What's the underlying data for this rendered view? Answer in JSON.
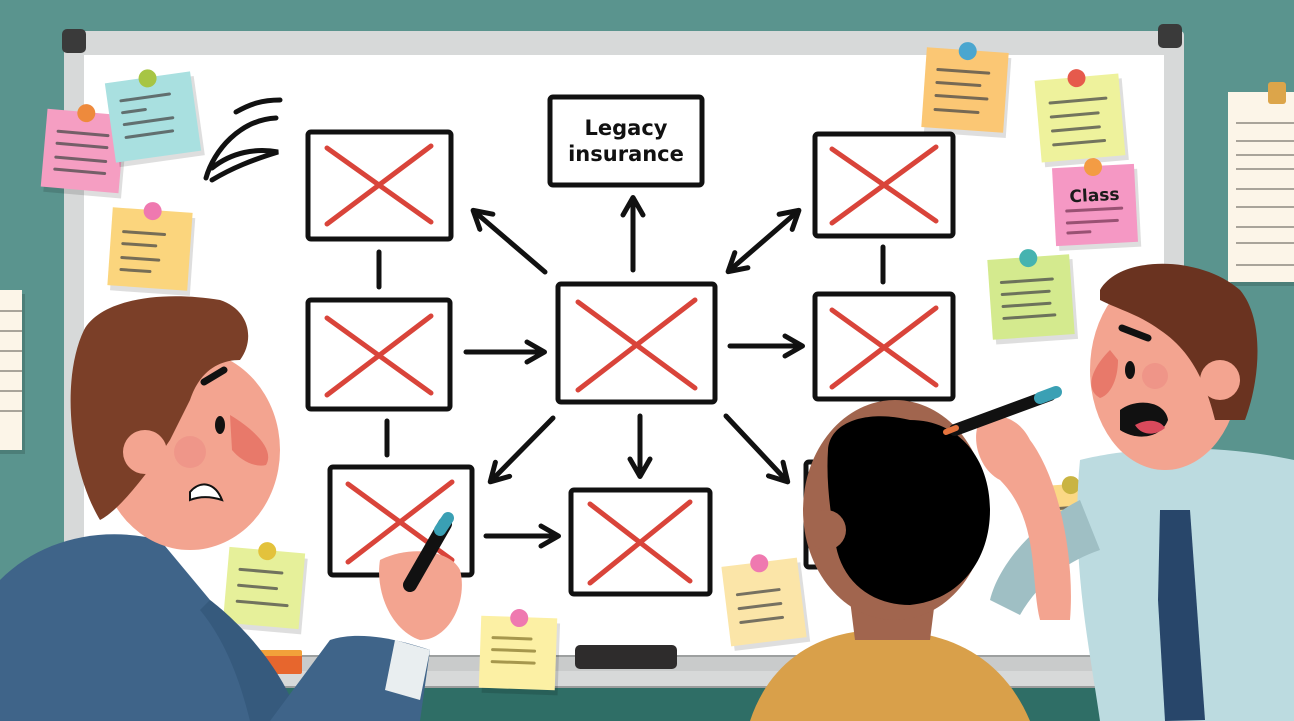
{
  "scene": {
    "description": "Cartoon illustration of three frustrated office workers in front of a whiteboard with a tangled diagram of crossed-out boxes",
    "colors": {
      "wall": "#5a948e",
      "wall_dark": "#2f6e66",
      "board_frame": "#d7d9d9",
      "board_surface": "#ffffff",
      "ink": "#111111",
      "cross_red": "#d9443a",
      "skin": "#f3a490",
      "hair_brown": "#7b3f28",
      "hair_black": "#000000",
      "shirt_blue": "#3f6489",
      "shirt_mustard": "#d9a04a",
      "shirt_light_blue": "#bcdbe0",
      "tie_navy": "#28466a"
    }
  },
  "whiteboard": {
    "labeled_box": {
      "line1": "Legacy",
      "line2": "insurance"
    },
    "crossed_boxes_count": 8,
    "sticky_notes": [
      {
        "id": "pink-left",
        "color": "#f59ec2",
        "pin": "#ee8a3c",
        "text": ""
      },
      {
        "id": "cyan-left",
        "color": "#a9e0e0",
        "pin": "#a7c544",
        "text": ""
      },
      {
        "id": "yellow-left",
        "color": "#fbd57d",
        "pin": "#ef79b0",
        "text": ""
      },
      {
        "id": "orange-top-right",
        "color": "#fbc774",
        "pin": "#4ba6cf",
        "text": ""
      },
      {
        "id": "lime-top-right",
        "color": "#eef29c",
        "pin": "#e65a4c",
        "text": ""
      },
      {
        "id": "pink-class",
        "color": "#f598c4",
        "pin": "#f39c44",
        "text": "Class"
      },
      {
        "id": "green-right",
        "color": "#d4ea8e",
        "pin": "#46b3b0",
        "text": ""
      },
      {
        "id": "lime-bottom-left",
        "color": "#e6f09a",
        "pin": "#e3c23c",
        "text": ""
      },
      {
        "id": "yellow-bottom-center",
        "color": "#fcf0a4",
        "pin": "#ef79b0",
        "text": ""
      },
      {
        "id": "cream-bottom-center",
        "color": "#fbe5a8",
        "pin": "#ef79b0",
        "text": ""
      },
      {
        "id": "yellow-bottom-right",
        "color": "#fbd885",
        "pin": "#c9b442",
        "text": ""
      }
    ]
  }
}
